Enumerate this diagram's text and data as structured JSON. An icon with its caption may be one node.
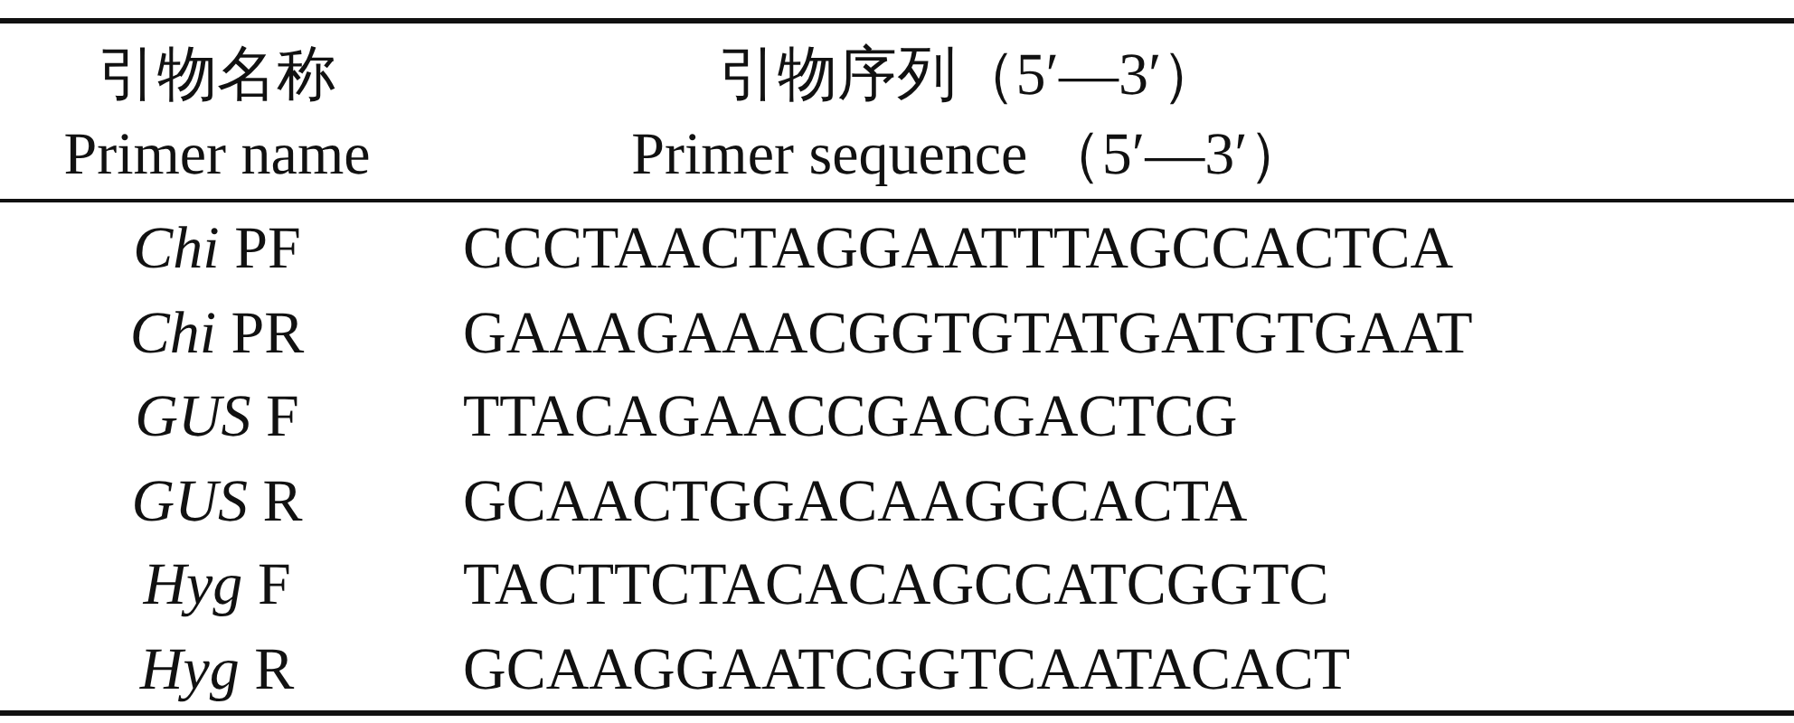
{
  "diagram": {
    "labels": [
      "引物名称",
      "引物序列（5′—3′）",
      "Primer name",
      "Primer sequence （5′—3′）",
      "*Chi* PF",
      "CCCTAACTAGGAATTTAGCCACTCA",
      "*Chi* PR",
      "GAAAGAAACGGTGTATGATGTGAAT",
      "*GUS* F",
      "TTACAGAACCGACGACTCG",
      "*GUS* R",
      "GCAACTGGACAAGGCACTA",
      "*Hyg* F",
      "TACTTCTACACAGCCATCGGTC",
      "*Hyg* R",
      "GCAAGGAATCGGTCAATACACT"
    ]
  }
}
